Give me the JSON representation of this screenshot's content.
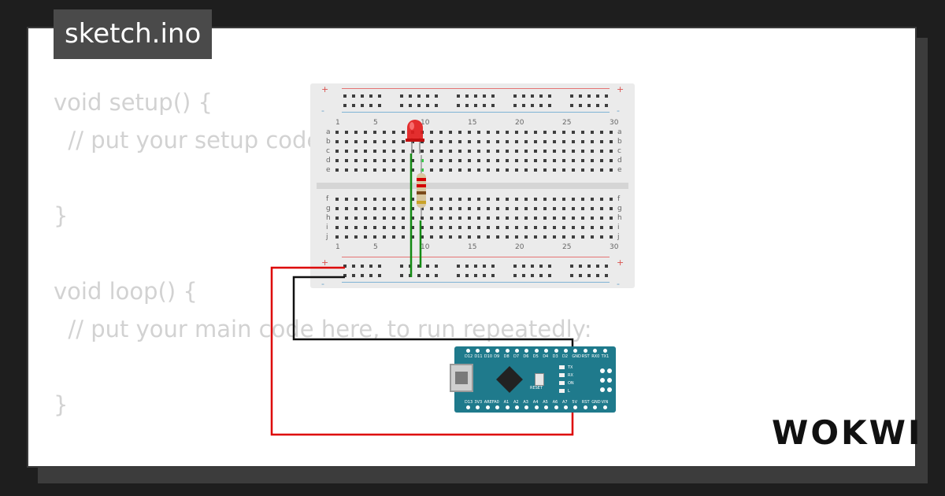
{
  "file_tab": {
    "label": "sketch.ino"
  },
  "code": {
    "lines": [
      "void setup() {",
      "  // put your setup code here, to run once:",
      "",
      "}",
      "",
      "void loop() {",
      "  // put your main code here, to run repeatedly:",
      "",
      "}"
    ]
  },
  "breadboard": {
    "column_numbers": [
      "1",
      "5",
      "10",
      "15",
      "20",
      "25",
      "30"
    ],
    "rows_top": [
      "a",
      "b",
      "c",
      "d",
      "e"
    ],
    "rows_bottom": [
      "f",
      "g",
      "h",
      "i",
      "j"
    ],
    "rail_plus": "+",
    "rail_minus": "-"
  },
  "components": {
    "led": "red-led",
    "resistor": "resistor",
    "wire_colors": {
      "red": "#dd0000",
      "black": "#111111",
      "green": "#138a13"
    }
  },
  "arduino": {
    "top_pins": [
      "D12",
      "D11",
      "D10",
      "D9",
      "D8",
      "D7",
      "D6",
      "D5",
      "D4",
      "D3",
      "D2",
      "GND",
      "RST",
      "RX0",
      "TX1"
    ],
    "bottom_pins": [
      "D13",
      "3V3",
      "AREF",
      "A0",
      "A1",
      "A2",
      "A3",
      "A4",
      "A5",
      "A6",
      "A7",
      "5V",
      "RST",
      "GND",
      "VIN"
    ],
    "reset_label": "RESET",
    "led_labels": [
      "TX",
      "RX",
      "ON",
      "L"
    ]
  },
  "brand": {
    "logo_text": "WOKWI"
  },
  "colors": {
    "code_text": "#d2d2d2",
    "tab_bg": "#4a4a4a",
    "nano_board": "#1f7a8c"
  }
}
